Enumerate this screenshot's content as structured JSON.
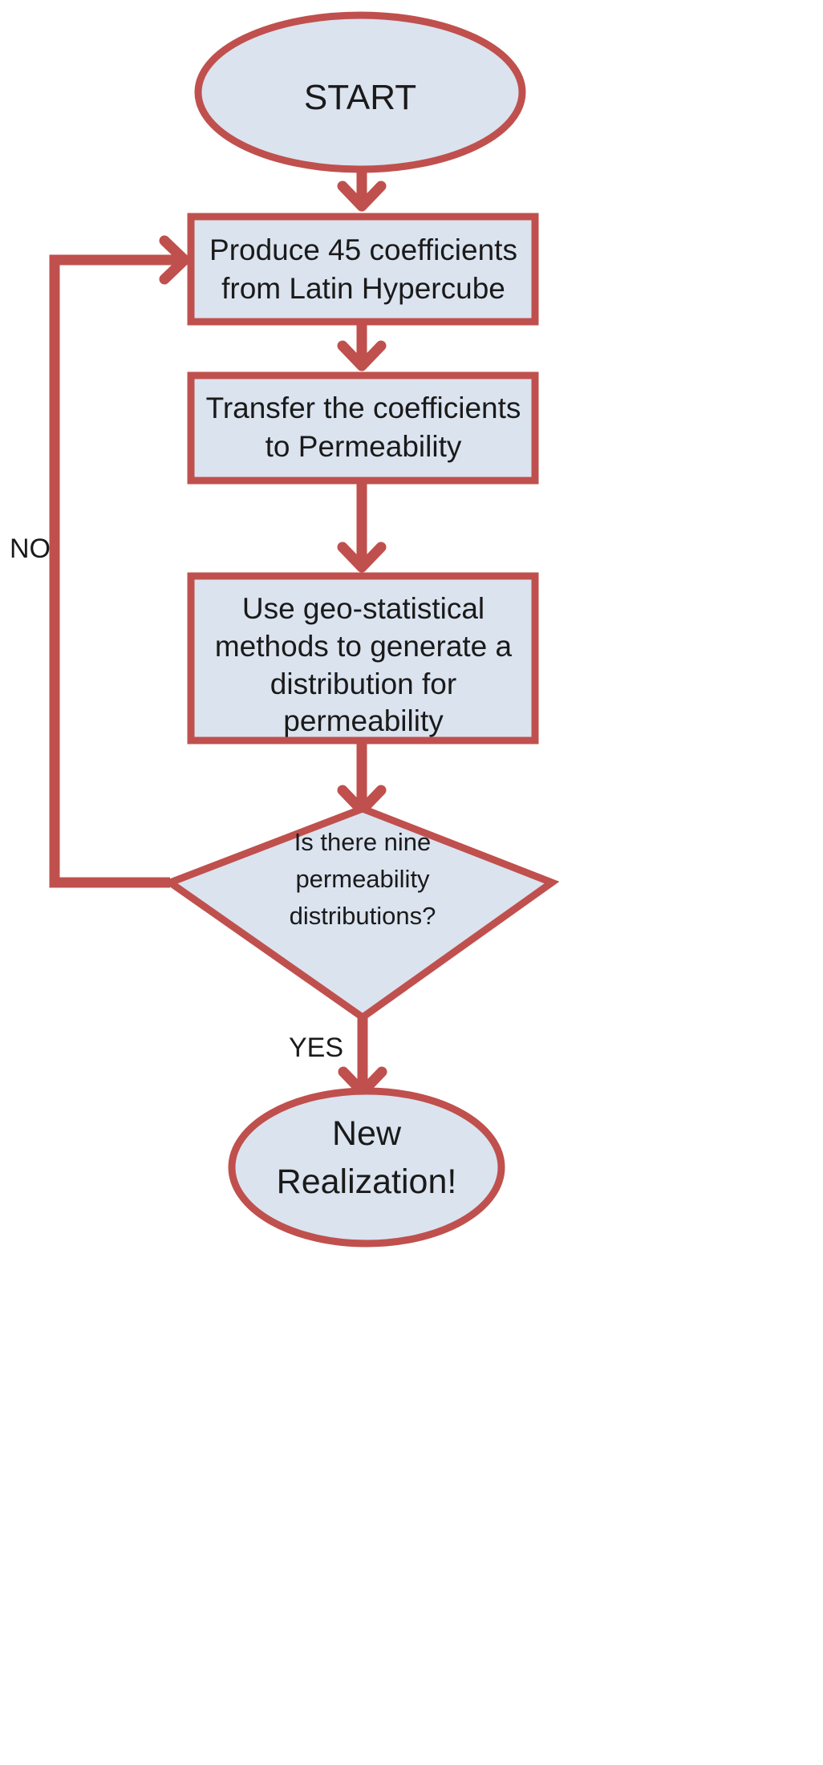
{
  "nodes": {
    "start": {
      "label": "START"
    },
    "produce": {
      "lines": [
        "Produce 45 coefficients",
        "from Latin Hypercube"
      ]
    },
    "transfer": {
      "lines": [
        "Transfer the coefficients",
        "to Permeability"
      ]
    },
    "geostat": {
      "lines": [
        "Use geo-statistical",
        "methods to generate a",
        "distribution for",
        "permeability"
      ]
    },
    "decision": {
      "lines": [
        "Is there nine",
        "permeability",
        "distributions?"
      ]
    },
    "end": {
      "lines": [
        "New",
        "Realization!"
      ]
    }
  },
  "branches": {
    "no_label": "NO",
    "yes_label": "YES"
  },
  "colors": {
    "stroke": "#c0504d",
    "fill": "#dbe3ef"
  }
}
